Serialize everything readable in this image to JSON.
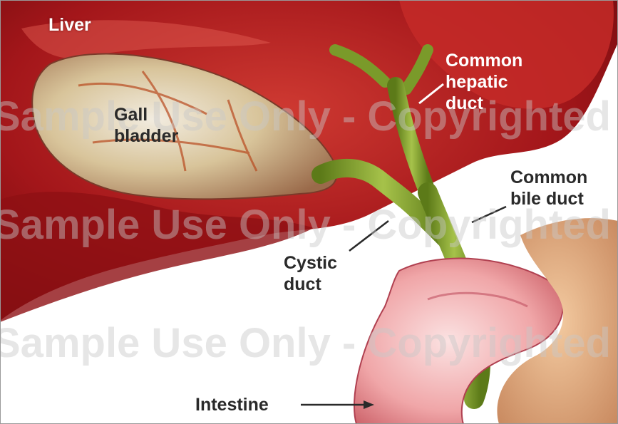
{
  "labels": {
    "liver": "Liver",
    "gall_bladder_line1": "Gall",
    "gall_bladder_line2": "bladder",
    "common_hepatic_line1": "Common",
    "common_hepatic_line2": "hepatic",
    "common_hepatic_line3": "duct",
    "common_bile_line1": "Common",
    "common_bile_line2": "bile duct",
    "cystic_line1": "Cystic",
    "cystic_line2": "duct",
    "intestine": "Intestine"
  },
  "watermark": {
    "row1": "Sample Use Only - Copyrighted",
    "row2": "Sample Use Only - Copyrighted",
    "row3": "Sample Use Only - Copyrighted"
  },
  "colors": {
    "liver": "#b01a1a",
    "liver_dark": "#7a0c0c",
    "gallbladder": "#d9c9a0",
    "duct": "#7a9a2a",
    "intestine": "#f2b8b8",
    "pancreas": "#e8b890"
  }
}
